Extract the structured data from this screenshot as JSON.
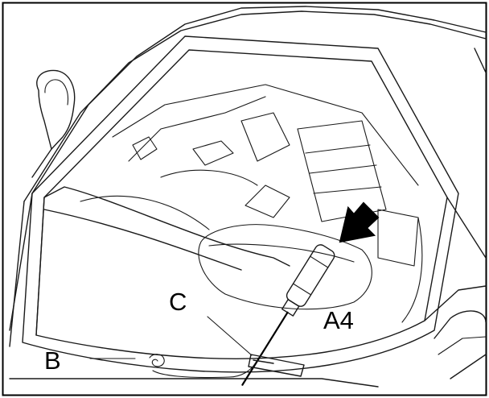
{
  "labels": {
    "a4": "A4",
    "b": "B",
    "c": "C"
  },
  "colors": {
    "line": "#1a1a1a",
    "background": "#ffffff",
    "arrow": "#000000"
  },
  "icons": {
    "arrow": "down-left-arrow-icon",
    "screwdriver": "screwdriver-icon"
  }
}
